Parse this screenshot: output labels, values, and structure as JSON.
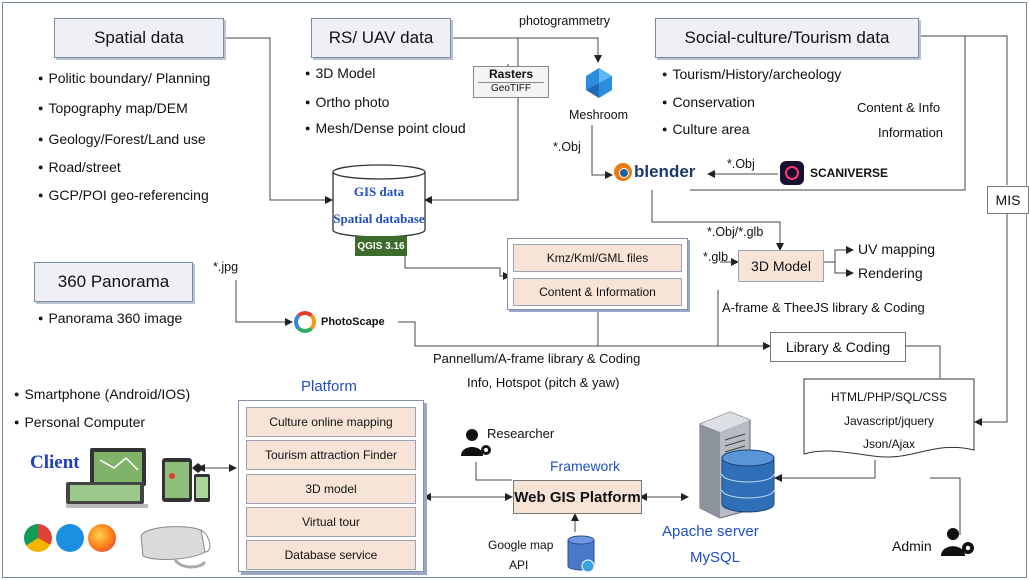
{
  "headers": {
    "spatial": "Spatial data",
    "rs_uav": "RS/ UAV data",
    "social": "Social-culture/Tourism data",
    "panorama": "360 Panorama"
  },
  "spatial_items": [
    "Politic boundary/ Planning",
    "Topography map/DEM",
    "Geology/Forest/Land use",
    "Road/street",
    "GCP/POI geo-referencing"
  ],
  "rs_items": [
    "3D Model",
    "Ortho photo",
    "Mesh/Dense point cloud"
  ],
  "social_items": [
    "Tourism/History/archeology",
    "Conservation",
    "Culture area"
  ],
  "panorama_items": [
    "Panorama 360 image"
  ],
  "client_items": [
    "Smartphone (Android/IOS)",
    "Personal Computer"
  ],
  "labels": {
    "photogrammetry": "photogrammetry",
    "rasters": "Rasters",
    "geotiff": "GeoTIFF",
    "meshroom": "Meshroom",
    "obj1": "*.Obj",
    "obj2": "*.Obj",
    "blender": "blender",
    "scaniverse": "SCANIVERSE",
    "content_info_1": "Content & Info",
    "content_info_2": "Information",
    "mis": "MIS",
    "gis_data": "GIS data",
    "spatial_db": "Spatial database",
    "qgis": "QGIS 3.16",
    "jpg": "*.jpg",
    "obj_glb": "*.Obj/*.glb",
    "glb": "*.glb",
    "model_3d": "3D Model",
    "uv_mapping": "UV mapping",
    "rendering": "Rendering",
    "aframe_three": "A-frame & TheeJS library & Coding",
    "photoscape": "PhotoScape",
    "library_coding": "Library & Coding",
    "pannellum": "Pannellum/A-frame library & Coding",
    "info_hotspot": "Info, Hotspot (pitch & yaw)",
    "platform": "Platform",
    "client": "Client",
    "researcher": "Researcher",
    "framework": "Framework",
    "webgis": "Web GIS Platform",
    "google_map": "Google map",
    "api": "API",
    "apache": "Apache server",
    "mysql": "MySQL",
    "admin": "Admin"
  },
  "kml_box": [
    "Kmz/Kml/GML files",
    "Content & Information"
  ],
  "platform_items": [
    "Culture online mapping",
    "Tourism attraction Finder",
    "3D model",
    "Virtual tour",
    "Database service"
  ],
  "code_doc": [
    "HTML/PHP/SQL/CSS",
    "Javascript/jquery",
    "Json/Ajax"
  ],
  "colors": {
    "accent_blue": "#1f4fc4",
    "box_fill": "#f7e4d6",
    "header_fill": "#eef0f5"
  }
}
